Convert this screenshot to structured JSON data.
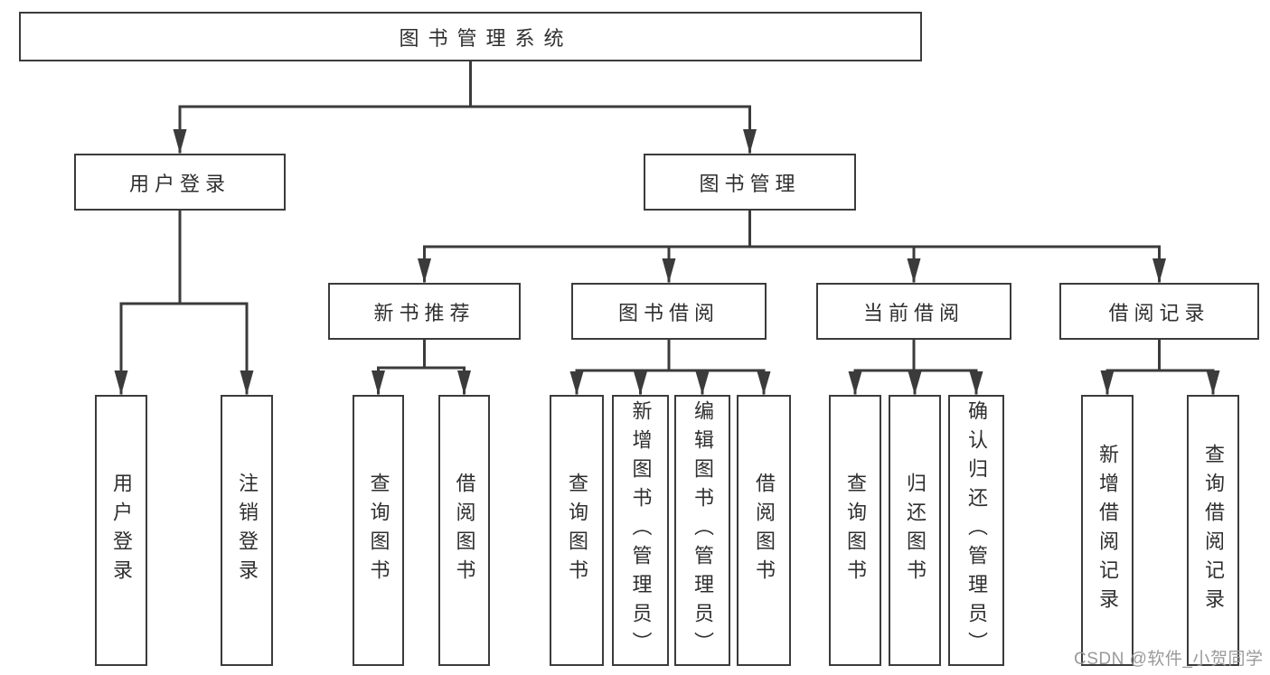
{
  "tree": {
    "root": {
      "label": "图书管理系统"
    },
    "branches": [
      {
        "label": "用户登录",
        "children": [
          {
            "label": "用户登录"
          },
          {
            "label": "注销登录"
          }
        ]
      },
      {
        "label": "图书管理",
        "children": [
          {
            "label": "新书推荐",
            "children": [
              {
                "label": "查询图书"
              },
              {
                "label": "借阅图书"
              }
            ]
          },
          {
            "label": "图书借阅",
            "children": [
              {
                "label": "查询图书"
              },
              {
                "label": "新增图书（管理员）"
              },
              {
                "label": "编辑图书（管理员）"
              },
              {
                "label": "借阅图书"
              }
            ]
          },
          {
            "label": "当前借阅",
            "children": [
              {
                "label": "查询图书"
              },
              {
                "label": "归还图书"
              },
              {
                "label": "确认归还（管理员）"
              }
            ]
          },
          {
            "label": "借阅记录",
            "children": [
              {
                "label": "新增借阅记录"
              },
              {
                "label": "查询借阅记录"
              }
            ]
          }
        ]
      }
    ]
  },
  "watermark": {
    "text": "CSDN @软件_小贺同学"
  },
  "colors": {
    "line": "#3b3b3b",
    "text": "#2f2f2f",
    "background": "#ffffff",
    "watermark": "#9a9a9a"
  }
}
